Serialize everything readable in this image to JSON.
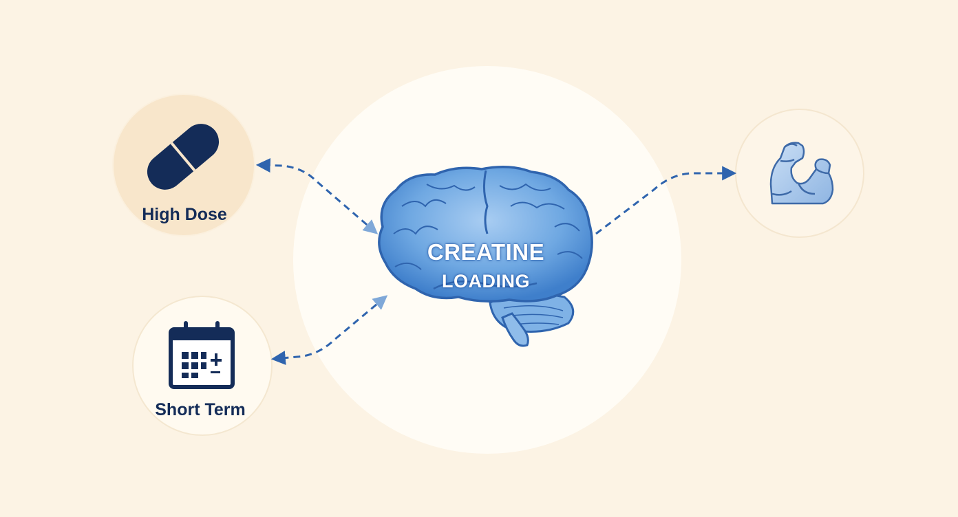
{
  "center": {
    "line1": "CREATINE",
    "line2": "LOADING"
  },
  "nodes": {
    "high_dose": {
      "label": "High Dose"
    },
    "short_term": {
      "label": "Short Term"
    }
  },
  "icons": {
    "pill": "pill-icon",
    "calendar": "calendar-icon",
    "muscle": "flexed-biceps-icon",
    "brain": "brain-icon"
  },
  "colors": {
    "background": "#fcf3e4",
    "navy": "#142c58",
    "arrow_blue": "#2f64ae",
    "brain_blue": "#6aa6e0",
    "center_circle": "#fffcf5",
    "high_dose_circle": "#f8e6cb"
  }
}
